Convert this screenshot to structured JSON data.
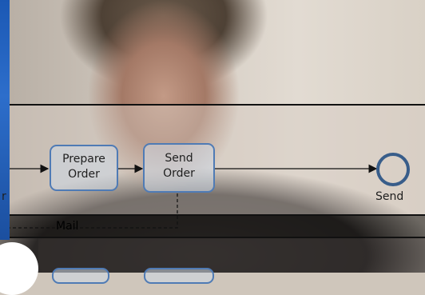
{
  "diagram": {
    "tasks": [
      {
        "line1": "Prepare",
        "line2": "Order"
      },
      {
        "line1": "Send",
        "line2": "Order"
      }
    ],
    "end_event_label": "Send",
    "left_fragment_label": "r",
    "message_flow_label": "Mail"
  },
  "colors": {
    "task_border": "#4f7bb5",
    "event_border": "#385d8a",
    "lane_line": "#111111",
    "blue_strip": "#1b58b4"
  }
}
